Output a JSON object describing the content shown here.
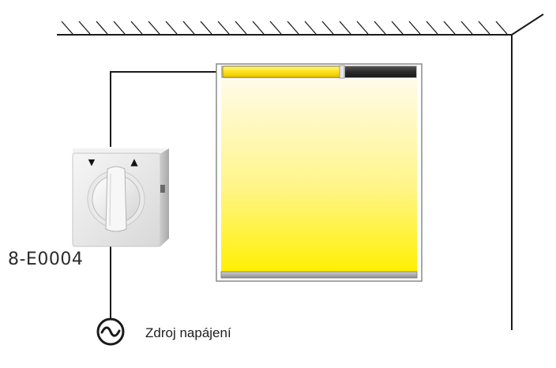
{
  "diagram": {
    "product_code": "8-E0004",
    "power_source_label": "Zdroj napájení",
    "switch_arrows": {
      "down": "▼",
      "up": "▲"
    }
  },
  "icons": [
    "ceiling-hatch",
    "wall-line",
    "blind-window-icon",
    "rotary-switch-icon",
    "ac-power-symbol-icon"
  ],
  "colors": {
    "wire": "#1a1a1a",
    "blind_fill_top": "#fffde0",
    "blind_fill_bottom": "#fff200",
    "roller_yellow": "#ffe84a",
    "roller_dark": "#2e2e2e",
    "frame": "#8a8a8a",
    "switch_body": "#ececec"
  }
}
